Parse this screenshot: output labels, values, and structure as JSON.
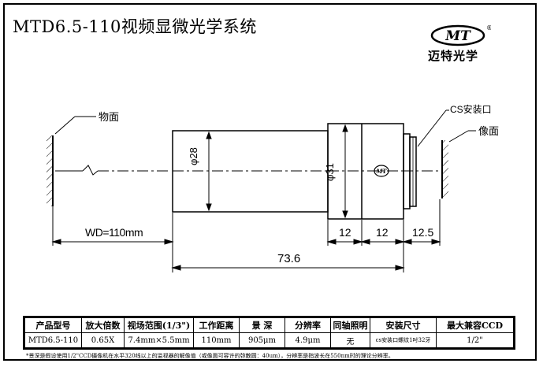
{
  "header": {
    "title": "MTD6.5-110视频显微光学系统",
    "logo_text": "MT",
    "logo_mark": "®",
    "brand": "迈特光学"
  },
  "drawing": {
    "object_plane_label": "物面",
    "image_plane_label": "像面",
    "cs_mount_label": "CS安装口",
    "lens_badge": "MT",
    "dia_28": "φ28",
    "dia_31": "φ31",
    "wd": "WD=110mm",
    "dim_12a": "12",
    "dim_12b": "12",
    "dim_125": "12.5",
    "dim_736": "73.6"
  },
  "spec_table": {
    "headers": [
      "产品型号",
      "放大倍数",
      "视场范围(1/3\")",
      "工作距离",
      "景   深",
      "分辨率",
      "同轴照明",
      "安装尺寸",
      "最大兼容CCD"
    ],
    "rows": [
      [
        "MTD6.5-110",
        "0.65X",
        "7.4mm×5.5mm",
        "110mm",
        "905μm",
        "4.9μm",
        "无",
        "cs安装口螺纹1吋32牙",
        "1/2\""
      ]
    ]
  },
  "footnote": "*景深是假设使用1/2\"CCD摄像机在水平320线以上的监视器的解像值（或像面可容许的弥散圆：40um），分辨率是指波长在550nm时的理论分辨率。",
  "colors": {
    "line": "#000000",
    "background": "#ffffff"
  }
}
